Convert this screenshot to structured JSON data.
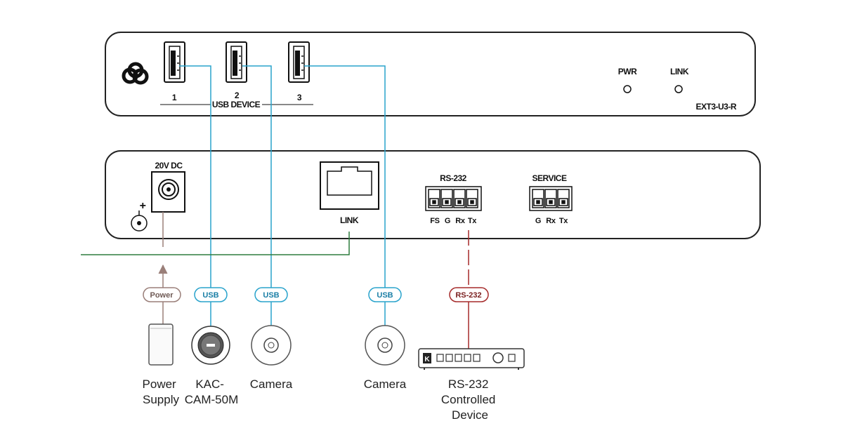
{
  "top_panel": {
    "port_numbers": [
      "1",
      "2",
      "3"
    ],
    "usb_device_label": "USB DEVICE",
    "led_labels": [
      "PWR",
      "LINK"
    ],
    "model": "EXT3-U3-R"
  },
  "bottom_panel": {
    "power_label": "20V DC",
    "power_polarity": "+",
    "link_label": "LINK",
    "rs232": {
      "title": "RS-232",
      "pins": [
        "FS",
        "G",
        "Rx",
        "Tx"
      ]
    },
    "service": {
      "title": "SERVICE",
      "pins": [
        "G",
        "Rx",
        "Tx"
      ]
    }
  },
  "tags": {
    "power": "Power",
    "usb": "USB",
    "rs232": "RS-232"
  },
  "devices": {
    "power_supply": [
      "Power",
      "Supply"
    ],
    "kac_cam": [
      "KAC-",
      "CAM-50M"
    ],
    "camera_1": [
      "Camera"
    ],
    "camera_2": [
      "Camera"
    ],
    "rs232_device": [
      "RS-232",
      "Controlled",
      "Device"
    ]
  },
  "colors": {
    "usb": "#29a3cc",
    "power": "#9a7f79",
    "link": "#2e7d3e",
    "rs232": "#a52a2a",
    "outline": "#222222"
  }
}
